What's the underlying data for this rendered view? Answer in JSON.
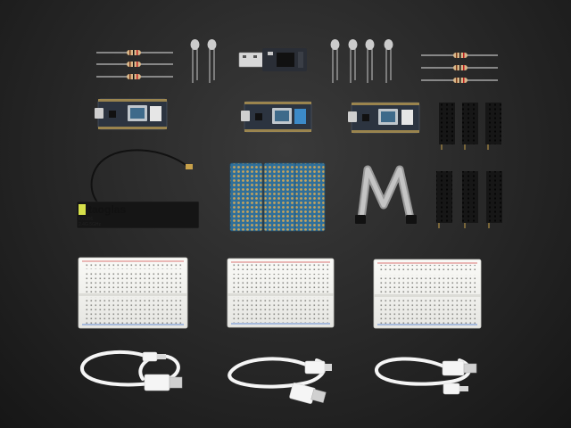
{
  "scene": {
    "description_free": true,
    "colors": {
      "background": "#2a2a2a",
      "pcb": "#2c3440",
      "protoboard": "#2f6f9a",
      "breadboard": "#f2f2ef",
      "cable": "#f5f5f5",
      "antenna_panel": "#151515",
      "antenna_logo": "#d7e04a"
    }
  },
  "antenna": {
    "brand": "taoglas",
    "model": "FXUB6",
    "fine_print": "2.4G 5GHz"
  }
}
